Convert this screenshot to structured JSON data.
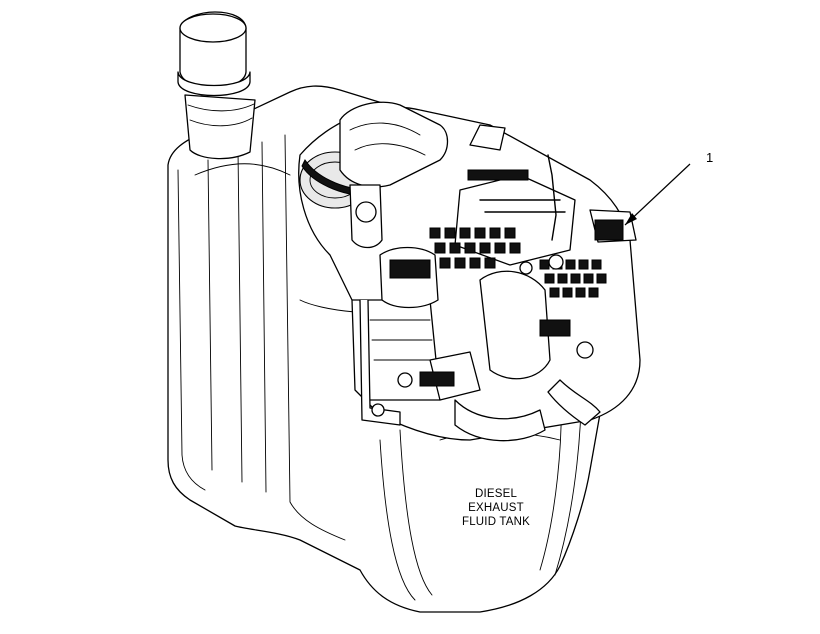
{
  "callouts": [
    {
      "label": "1"
    }
  ],
  "tank_label": {
    "line1": "DIESEL",
    "line2": "EXHAUST",
    "line3": "FLUID TANK"
  }
}
